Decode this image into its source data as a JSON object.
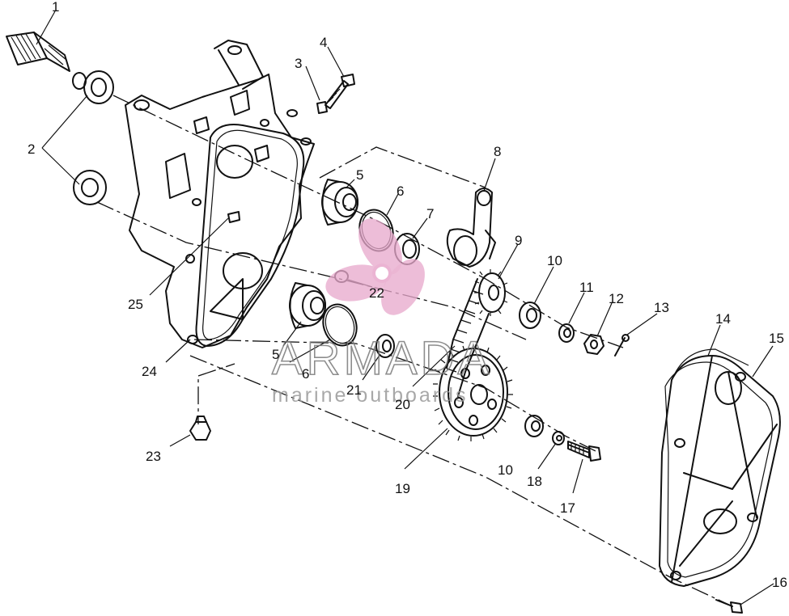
{
  "callouts": [
    "1",
    "2",
    "3",
    "4",
    "5",
    "6",
    "7",
    "8",
    "9",
    "10",
    "11",
    "12",
    "13",
    "14",
    "15",
    "16",
    "17",
    "18",
    "19",
    "20",
    "21",
    "22",
    "23",
    "24",
    "25"
  ],
  "watermark": {
    "brand": "ARMADA",
    "tagline": "marine outboards",
    "logo_color": "#e8a8cc",
    "icon": "propeller-logo-icon"
  },
  "line_color": "#111111"
}
